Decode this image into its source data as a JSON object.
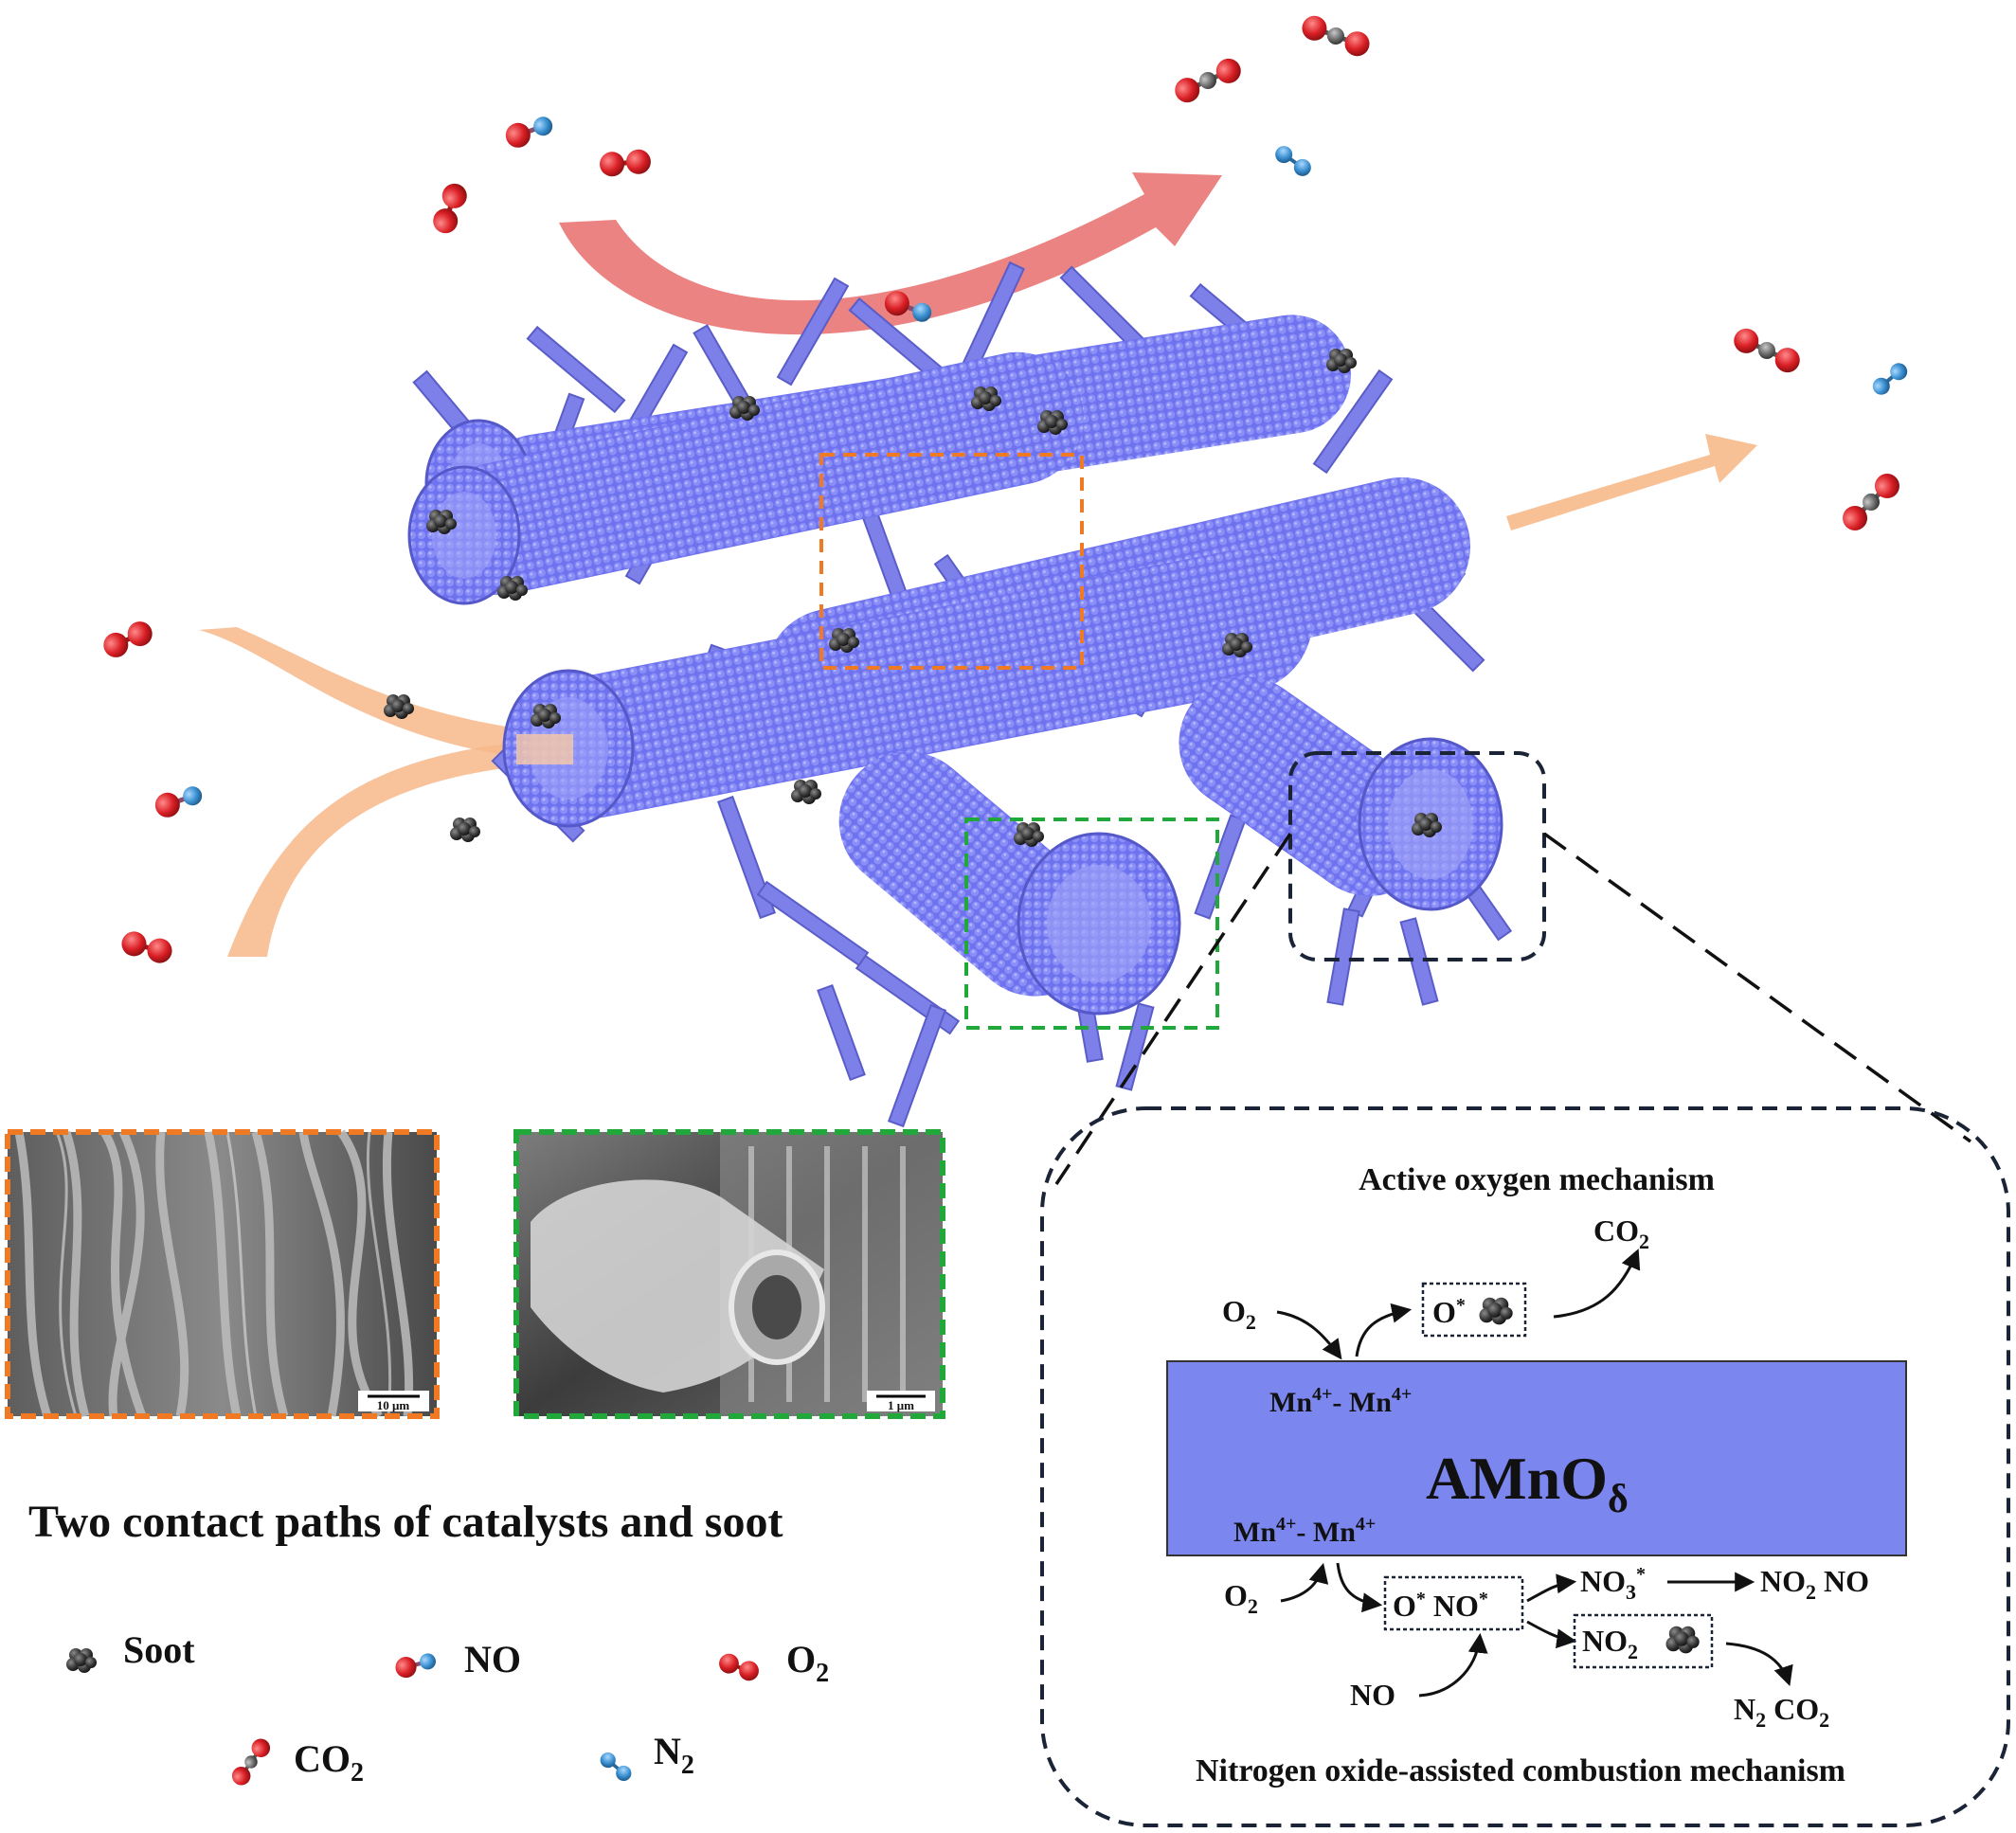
{
  "sem_orange": {
    "scale": "10 μm"
  },
  "sem_green": {
    "scale": "1 μm"
  },
  "caption": "Two contact paths of catalysts and soot",
  "legend": {
    "soot": "Soot",
    "no": "NO",
    "o2": {
      "main": "O",
      "sub": "2"
    },
    "co2": {
      "main": "CO",
      "sub": "2"
    },
    "n2": {
      "main": "N",
      "sub": "2"
    }
  },
  "mechanism": {
    "top_title": "Active oxygen mechanism",
    "bottom_title": "Nitrogen oxide-assisted combustion mechanism",
    "catalyst": {
      "main": "AMnO",
      "sub": "δ"
    },
    "mn_top": {
      "a": "Mn",
      "a_sup": "4+",
      "sep": "- Mn",
      "b_sup": "4+"
    },
    "mn_bottom": {
      "a": "Mn",
      "a_sup": "4+",
      "sep": "- Mn",
      "b_sup": "4+"
    },
    "o2_in_top": {
      "main": "O",
      "sub": "2"
    },
    "o_star_top": {
      "main": "O",
      "sup": "*"
    },
    "co2_out_top": {
      "main": "CO",
      "sub": "2"
    },
    "o2_in_bottom": {
      "main": "O",
      "sub": "2"
    },
    "o_star_no_star": {
      "o": "O",
      "o_sup": "*",
      "no": " NO",
      "no_sup": "*"
    },
    "no3_star": {
      "main": "NO",
      "sub": "3",
      "sup": "*"
    },
    "no2_no": {
      "main": "NO",
      "sub": "2",
      "rest": "  NO"
    },
    "no2_box": {
      "main": "NO",
      "sub": "2"
    },
    "no_in": "NO",
    "n2_co2": {
      "a": "N",
      "a_sub": "2",
      "b": " CO",
      "b_sub": "2"
    }
  },
  "colors": {
    "fiber": "#7478f0",
    "rod": "#7d80e8",
    "catalyst_box": "#7b86ee",
    "orange_box": "#f07a24",
    "green_box": "#21a83a",
    "navy_box": "#1b2436",
    "o_atom": "#d91f25",
    "n_atom": "#3a8fd0",
    "c_atom": "#6b6b6b",
    "soot": "#3a3a3a",
    "flow_in": "#f7b98a",
    "flow_top": "#e55a5a"
  }
}
